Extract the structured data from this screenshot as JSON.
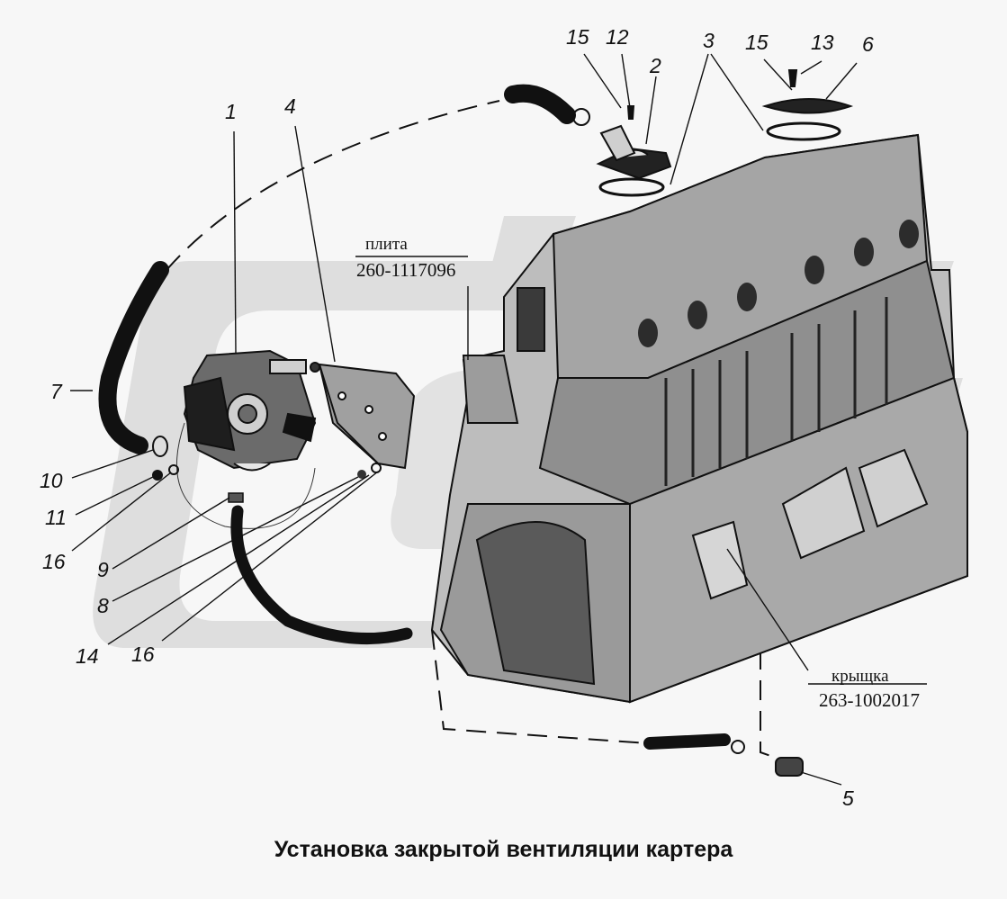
{
  "title": "Установка закрытой вентиляции картера",
  "references": {
    "plate": {
      "name": "плита",
      "code": "260-1117096"
    },
    "cover": {
      "name": "крыщка",
      "code": "263-1002017"
    }
  },
  "callouts": [
    {
      "id": "1",
      "label": "1"
    },
    {
      "id": "2",
      "label": "2"
    },
    {
      "id": "3",
      "label": "3"
    },
    {
      "id": "4",
      "label": "4"
    },
    {
      "id": "5",
      "label": "5"
    },
    {
      "id": "6",
      "label": "6"
    },
    {
      "id": "7",
      "label": "7"
    },
    {
      "id": "8",
      "label": "8"
    },
    {
      "id": "9",
      "label": "9"
    },
    {
      "id": "10",
      "label": "10"
    },
    {
      "id": "11",
      "label": "11"
    },
    {
      "id": "12",
      "label": "12"
    },
    {
      "id": "13",
      "label": "13"
    },
    {
      "id": "14",
      "label": "14"
    },
    {
      "id": "15a",
      "label": "15"
    },
    {
      "id": "15b",
      "label": "15"
    },
    {
      "id": "16a",
      "label": "16"
    },
    {
      "id": "16b",
      "label": "16"
    }
  ],
  "colors": {
    "ink": "#111111",
    "background": "#f7f7f7",
    "watermark": "#dcdcdc"
  }
}
